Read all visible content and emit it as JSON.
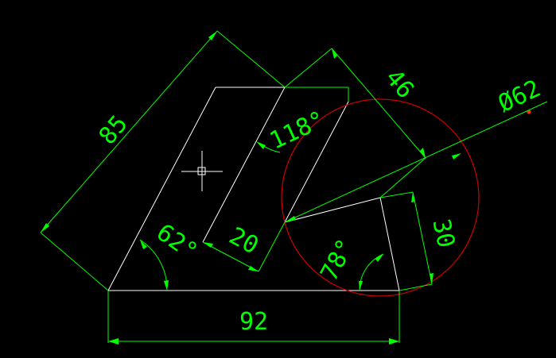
{
  "colors": {
    "background": "#000000",
    "geometry": "#ffffff",
    "dimension": "#00ff00",
    "circle": "#cc0000",
    "dot": "#ff3300"
  },
  "dimensions": {
    "d85": "85",
    "d46": "46",
    "d62dia": "Ø62",
    "d118": "118°",
    "d62ang": "62°",
    "d20": "20",
    "d78": "78°",
    "d30": "30",
    "d92": "92"
  },
  "cursor_icon": "crosshair-cursor-icon"
}
